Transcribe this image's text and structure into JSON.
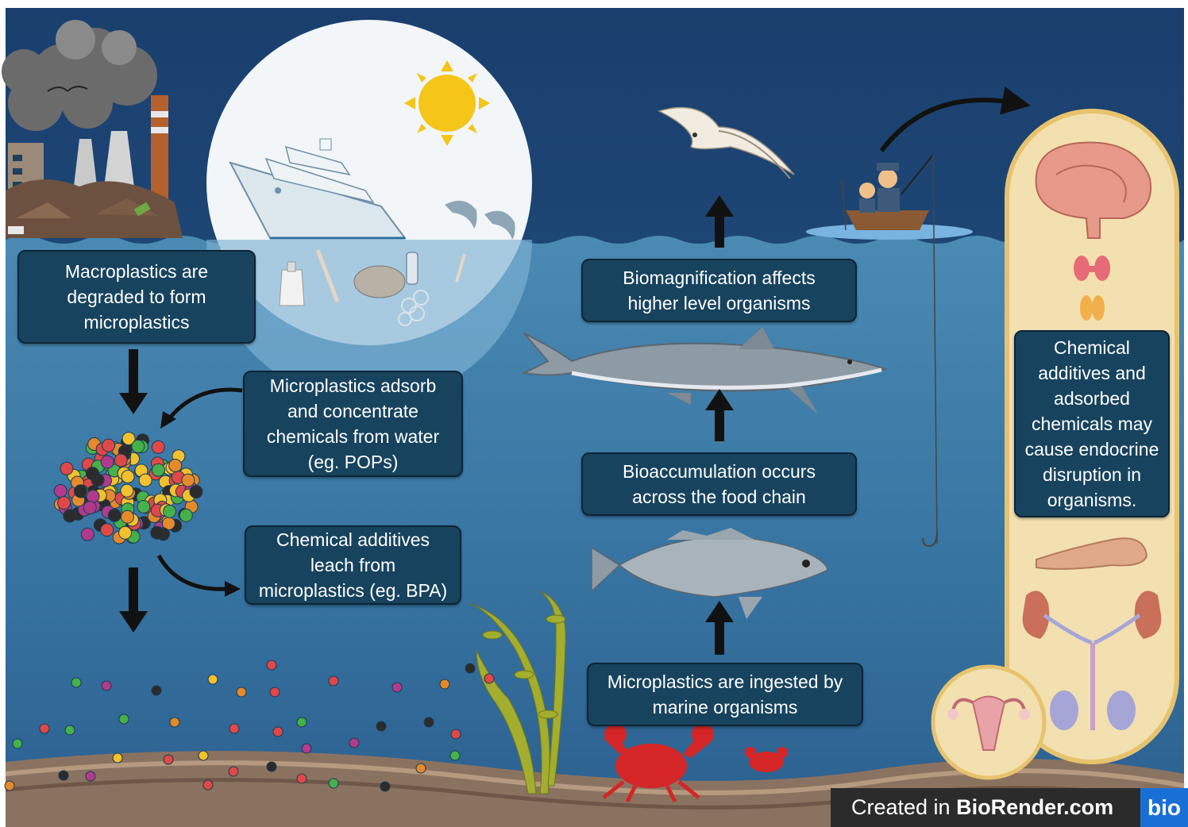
{
  "boxes": {
    "macroplastics": "Macroplastics are\ndegraded to form\nmicroplastics",
    "adsorb": "Microplastics adsorb\nand concentrate\nchemicals from water\n(eg. POPs)",
    "leach": "Chemical additives\nleach from\nmicroplastics (eg. BPA)",
    "biomagnification": "Biomagnification affects\nhigher level organisms",
    "bioaccumulation": "Bioaccumulation occurs\nacross the food chain",
    "ingested": "Microplastics are ingested by\nmarine organisms",
    "endocrine": "Chemical\nadditives and\nadsorbed\nchemicals may\ncause endocrine\ndisruption in\norganisms."
  },
  "footer": {
    "created_in": "Created in ",
    "brand": "BioRender.com",
    "logo": "bio"
  },
  "colors": {
    "sky": "#1e4d7e",
    "sea": "#3f7ea8",
    "deep_sea": "#2b5f8e",
    "box": "#17435e",
    "sun": "#f5c518",
    "panel": "#f3e0b0",
    "arrow": "#111111"
  },
  "icons": [
    "factory-icon",
    "landfill-icon",
    "cruise-ship-icon",
    "sun-icon",
    "dolphin-icon",
    "seagull-icon",
    "fisherman-boat-icon",
    "shark-icon",
    "fish-icon",
    "crab-icon",
    "seaweed-icon",
    "brain-icon",
    "thyroid-icon",
    "pancreas-icon",
    "kidney-icon",
    "uterus-icon",
    "testes-icon",
    "microplastic-cluster-icon"
  ]
}
